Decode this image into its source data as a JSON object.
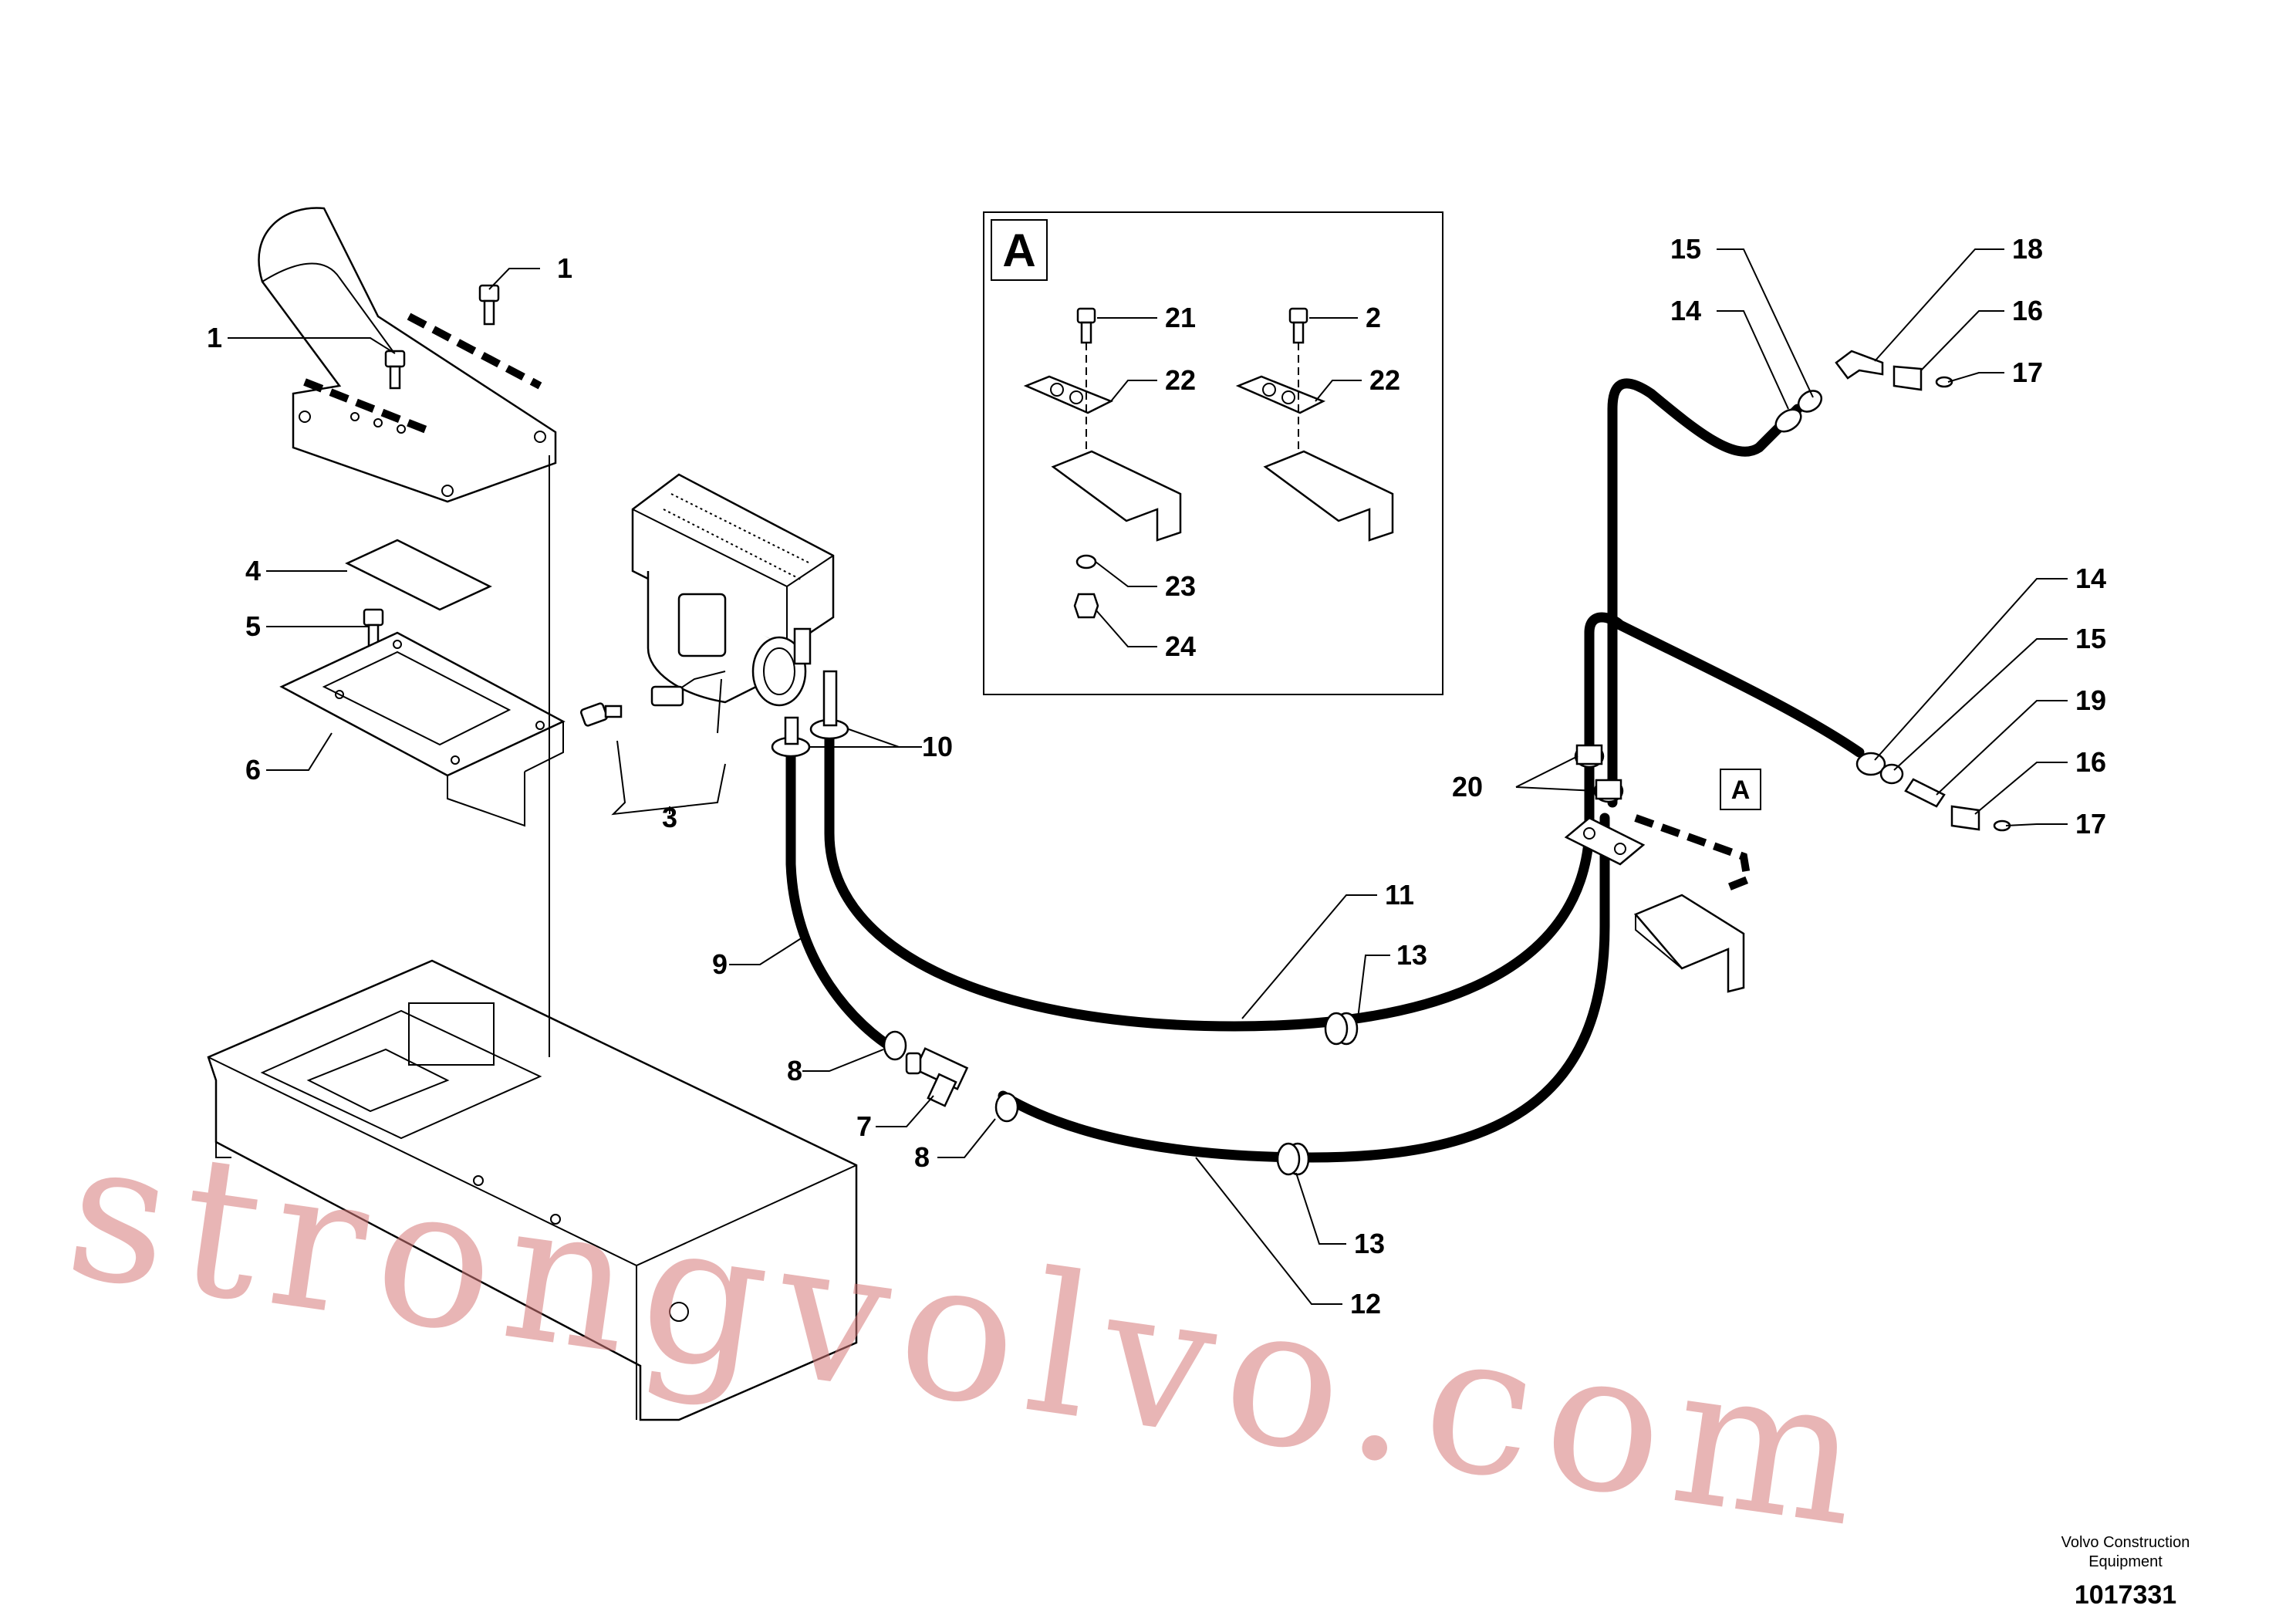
{
  "callouts": {
    "c1a": "1",
    "c1b": "1",
    "c2": "2",
    "c3": "3",
    "c4": "4",
    "c5": "5",
    "c6": "6",
    "c7": "7",
    "c8a": "8",
    "c8b": "8",
    "c9": "9",
    "c10": "10",
    "c11": "11",
    "c12": "12",
    "c13a": "13",
    "c13b": "13",
    "c14a": "14",
    "c14b": "14",
    "c15a": "15",
    "c15b": "15",
    "c16a": "16",
    "c16b": "16",
    "c17a": "17",
    "c17b": "17",
    "c18": "18",
    "c19": "19",
    "c20": "20",
    "c21": "21",
    "c22a": "22",
    "c22b": "22",
    "c23": "23",
    "c24": "24"
  },
  "detail_view_letter": "A",
  "reference_marker": "A",
  "watermark": "strongvolvo.com",
  "footer": {
    "brand_line1": "Volvo Construction",
    "brand_line2": "Equipment",
    "drawing_number": "1017331"
  }
}
